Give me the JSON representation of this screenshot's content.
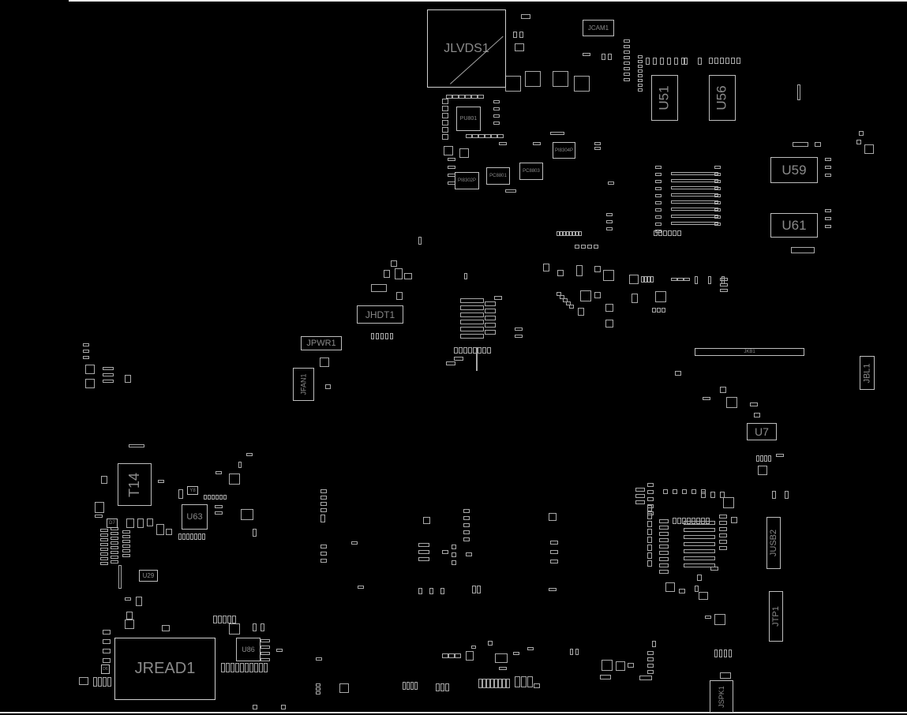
{
  "board": {
    "background": "#000000",
    "outline_color": "#bdbdbd",
    "components": {
      "jlvds1": "JLVDS1",
      "jcam1": "JCAM1",
      "u51": "U51",
      "u56": "U56",
      "u59": "U59",
      "u61": "U61",
      "pu801": "PU801",
      "pi8304p": "PI8304P",
      "pc8803": "PC8803",
      "pc8801": "PC8801",
      "pi8302p": "PI8302P",
      "jhdt1": "JHDT1",
      "jpwr1": "JPWR1",
      "jfan1": "JFAN1",
      "jkb1": "JKB1",
      "jbl1": "JBL1",
      "u7": "U7",
      "t14": "T14",
      "u63": "U63",
      "y8": "Y8",
      "d7": "D7",
      "u29": "U29",
      "jusb2": "JUSB2",
      "jtp1": "JTP1",
      "jspk1": "JSPK1",
      "jread1": "JREAD1",
      "u86": "U86",
      "d6": "D6"
    }
  }
}
